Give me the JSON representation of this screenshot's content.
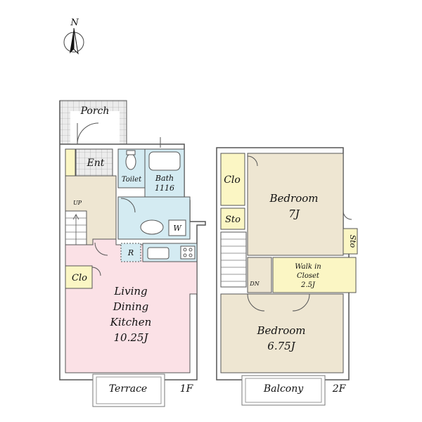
{
  "compass": {
    "label": "N"
  },
  "floor1": {
    "floor_label": "1F",
    "rooms": {
      "porch": "Porch",
      "entrance": "Ent",
      "toilet": "Toilet",
      "bath": "Bath",
      "bath_size": "1116",
      "up": "UP",
      "washer": "W",
      "refrigerator": "R",
      "closet": "Clo",
      "ldk_line1": "Living",
      "ldk_line2": "Dining",
      "ldk_line3": "Kitchen",
      "ldk_size": "10.25J",
      "terrace": "Terrace"
    }
  },
  "floor2": {
    "floor_label": "2F",
    "rooms": {
      "closet": "Clo",
      "storage_left": "Sto",
      "storage_right": "Sto",
      "bedroom_north": "Bedroom",
      "bedroom_north_size": "7J",
      "down": "DN",
      "wic_line1": "Walk in",
      "wic_line2": "Closet",
      "wic_size": "2.5J",
      "bedroom_south": "Bedroom",
      "bedroom_south_size": "6.75J",
      "balcony": "Balcony"
    }
  },
  "colors": {
    "living": "#fbe1e6",
    "wet_area": "#d4ebf2",
    "hall": "#eee6d2",
    "closet": "#fbf6c4",
    "tile": "#e8e8e8"
  }
}
